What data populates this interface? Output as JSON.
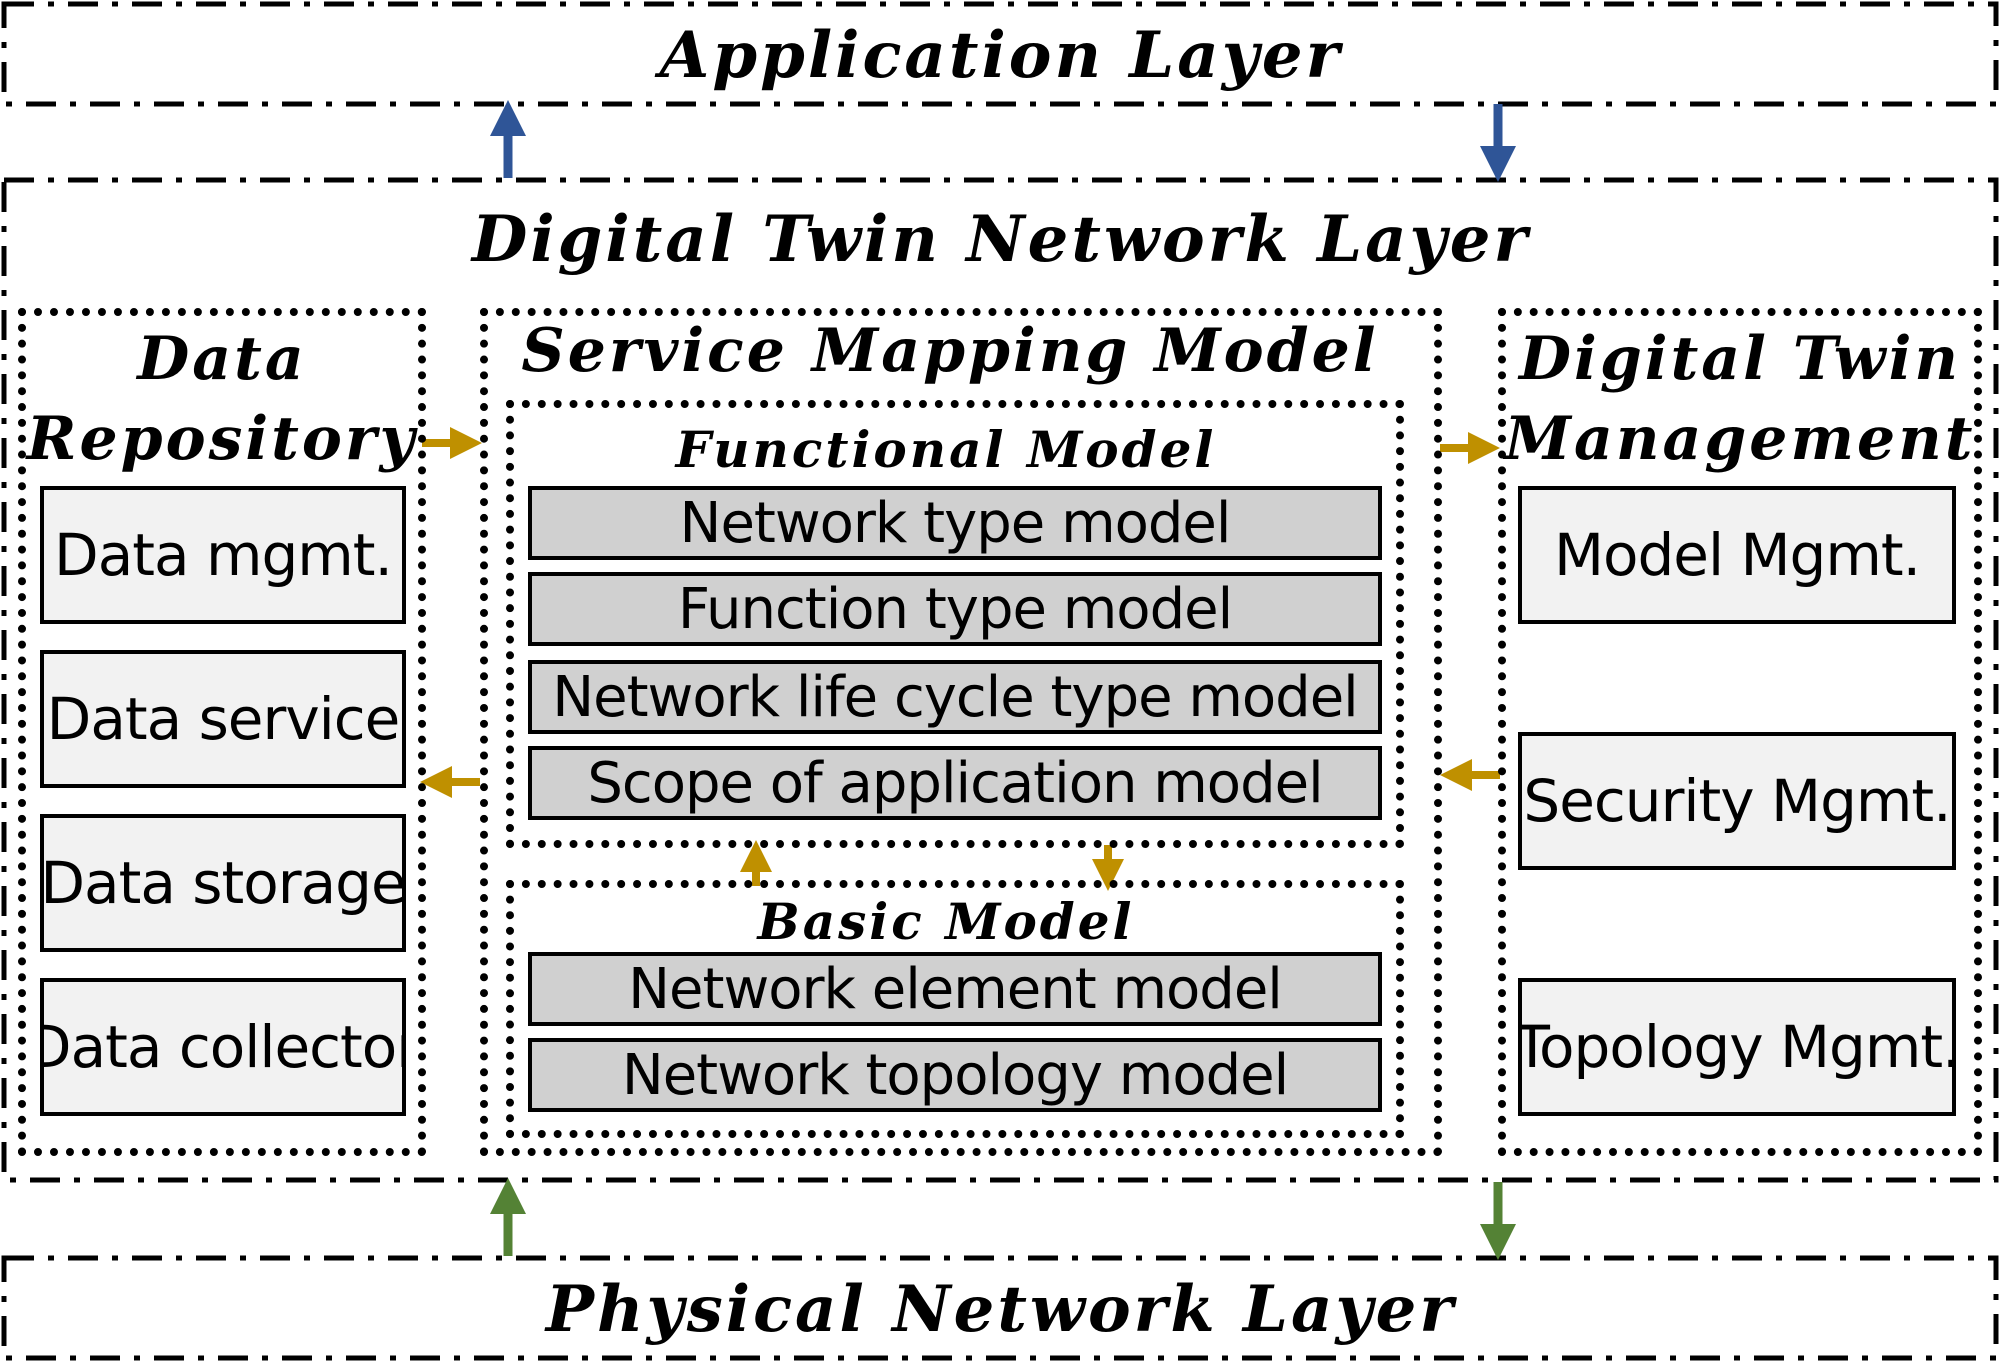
{
  "layers": {
    "application": "Application Layer",
    "digital_twin_network": "Digital Twin Network Layer",
    "physical_network": "Physical Network Layer"
  },
  "data_repository": {
    "title_line1": "Data",
    "title_line2": "Repository",
    "items": [
      "Data mgmt.",
      "Data service",
      "Data storage",
      "Data collector"
    ]
  },
  "service_mapping_model": {
    "title": "Service Mapping Model",
    "functional_model": {
      "title": "Functional Model",
      "items": [
        "Network type model",
        "Function type model",
        "Network life cycle type model",
        "Scope of application model"
      ]
    },
    "basic_model": {
      "title": "Basic Model",
      "items": [
        "Network element model",
        "Network topology model"
      ]
    }
  },
  "digital_twin_management": {
    "title_line1": "Digital Twin",
    "title_line2": "Management",
    "items": [
      "Model Mgmt.",
      "Security Mgmt.",
      "Topology Mgmt."
    ]
  },
  "colors": {
    "arrow_blue": "#2f5597",
    "arrow_gold": "#bf9000",
    "arrow_green": "#548235",
    "box_light": "#f2f2f2",
    "box_gray": "#d0d0d0"
  }
}
